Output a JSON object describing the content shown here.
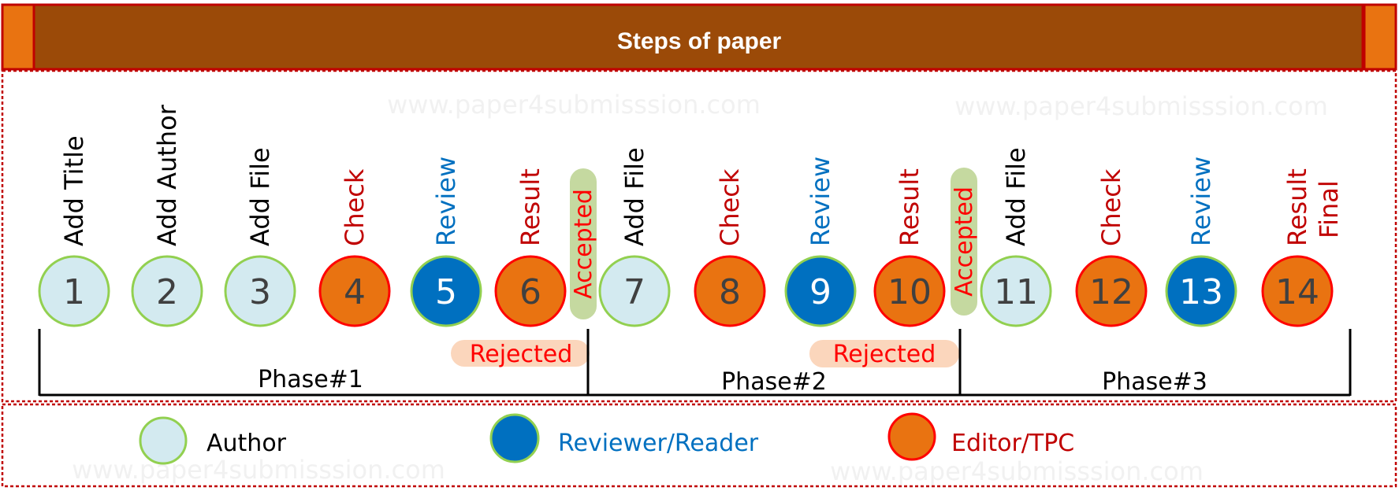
{
  "header": {
    "title": "Steps of paper"
  },
  "watermark": "www.paper4submisssion.com",
  "colors": {
    "header_bg": "#9b4a08",
    "header_side": "#e97311",
    "border_red": "#c00000",
    "author_fill": "#d3eaf0",
    "author_stroke": "#92d050",
    "reviewer_fill": "#0070c0",
    "reviewer_stroke": "#92d050",
    "editor_fill": "#e97311",
    "editor_stroke": "#ff0000",
    "label_author": "#000000",
    "label_reviewer": "#0070c0",
    "label_editor": "#c00000",
    "accepted_bg": "#c5d9a0",
    "rejected_bg": "#fbd6bc",
    "pill_text": "#ff0000"
  },
  "steps": [
    {
      "number": "1",
      "label": "Add Title",
      "role": "author"
    },
    {
      "number": "2",
      "label": "Add Author",
      "role": "author"
    },
    {
      "number": "3",
      "label": "Add File",
      "role": "author"
    },
    {
      "number": "4",
      "label": "Check",
      "role": "editor"
    },
    {
      "number": "5",
      "label": "Review",
      "role": "reviewer"
    },
    {
      "number": "6",
      "label": "Result",
      "role": "editor"
    },
    {
      "number": "7",
      "label": "Add File",
      "role": "author"
    },
    {
      "number": "8",
      "label": "Check",
      "role": "editor"
    },
    {
      "number": "9",
      "label": "Review",
      "role": "reviewer"
    },
    {
      "number": "10",
      "label": "Result",
      "role": "editor"
    },
    {
      "number": "11",
      "label": "Add File",
      "role": "author"
    },
    {
      "number": "12",
      "label": "Check",
      "role": "editor"
    },
    {
      "number": "13",
      "label": "Review",
      "role": "reviewer"
    },
    {
      "number": "14",
      "label": "Result",
      "label2": "Final",
      "role": "editor"
    }
  ],
  "accepted_label": "Accepted",
  "rejected_label": "Rejected",
  "phases": [
    {
      "label": "Phase#1"
    },
    {
      "label": "Phase#2"
    },
    {
      "label": "Phase#3"
    }
  ],
  "legend": [
    {
      "role": "author",
      "label": "Author"
    },
    {
      "role": "reviewer",
      "label": "Reviewer/Reader"
    },
    {
      "role": "editor",
      "label": "Editor/TPC"
    }
  ]
}
